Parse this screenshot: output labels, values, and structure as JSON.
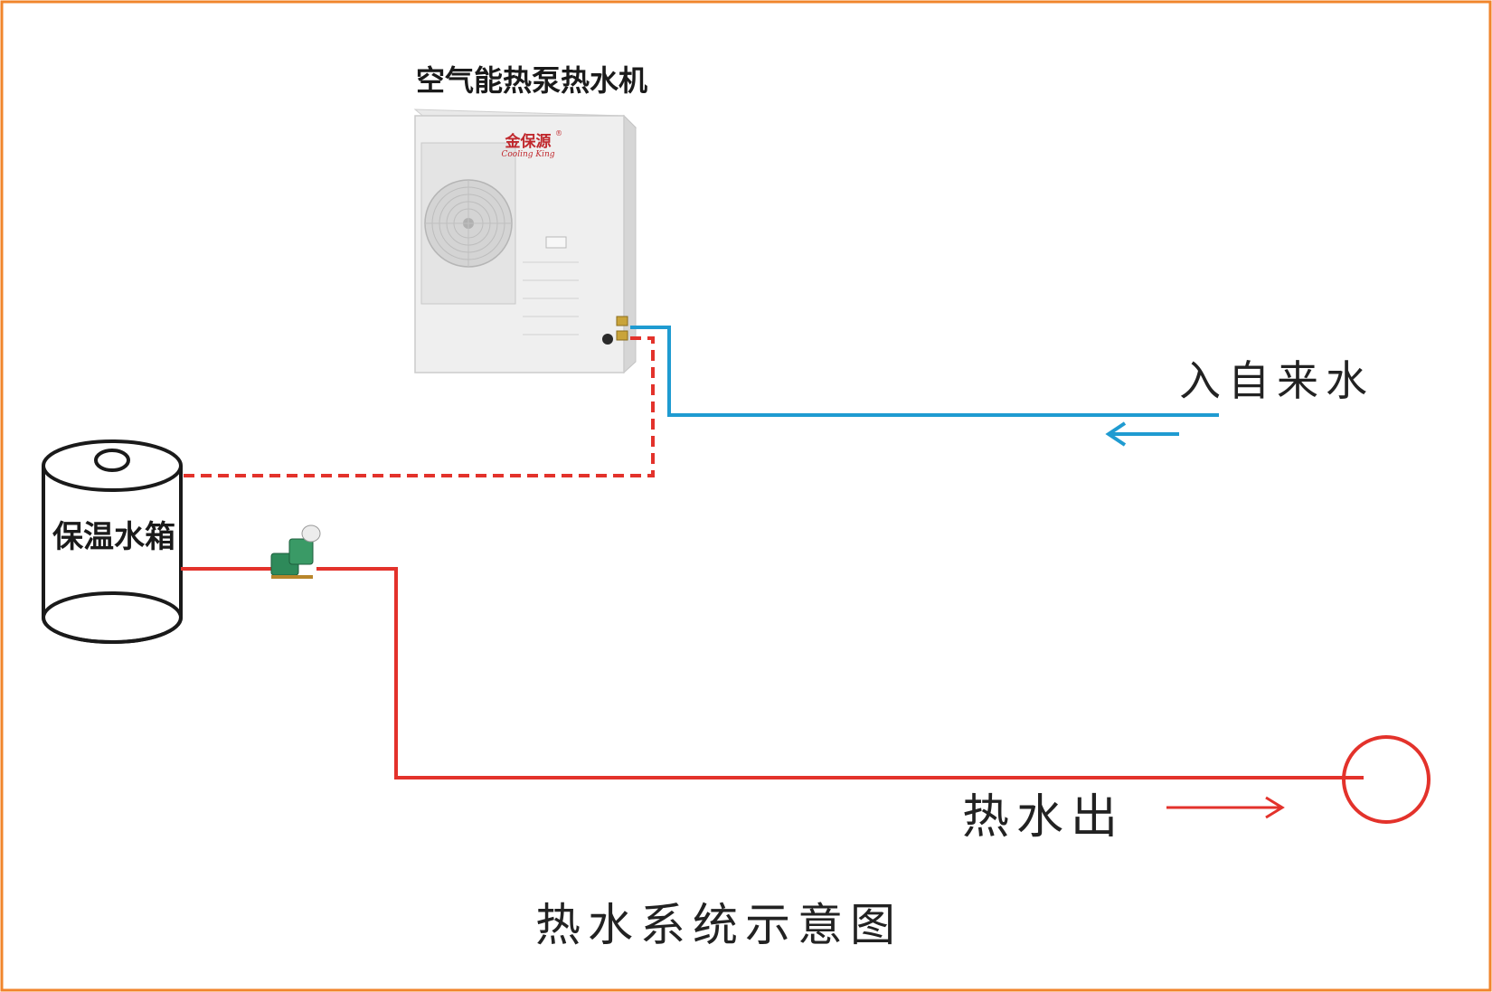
{
  "title": "热水系统示意图",
  "heat_pump": {
    "label": "空气能热泵热水机",
    "brand_cn": "金保源",
    "brand_en": "Cooling King",
    "registered": "®"
  },
  "tank": {
    "label": "保温水箱"
  },
  "inlet": {
    "label": "入自来水"
  },
  "outlet": {
    "label": "热水出"
  },
  "colors": {
    "frame": "#f0852c",
    "cold_water": "#1f9bd1",
    "hot_water": "#e3322b",
    "outline": "#1a1a1a",
    "pump_body": "#2e8a5a"
  },
  "icons": {
    "heat_pump": "heat-pump-unit-icon",
    "tank": "insulated-tank-icon",
    "pump": "water-pump-icon",
    "cold_arrow": "arrow-left-icon",
    "hot_arrow": "arrow-right-icon",
    "tap": "outlet-circle-icon"
  }
}
